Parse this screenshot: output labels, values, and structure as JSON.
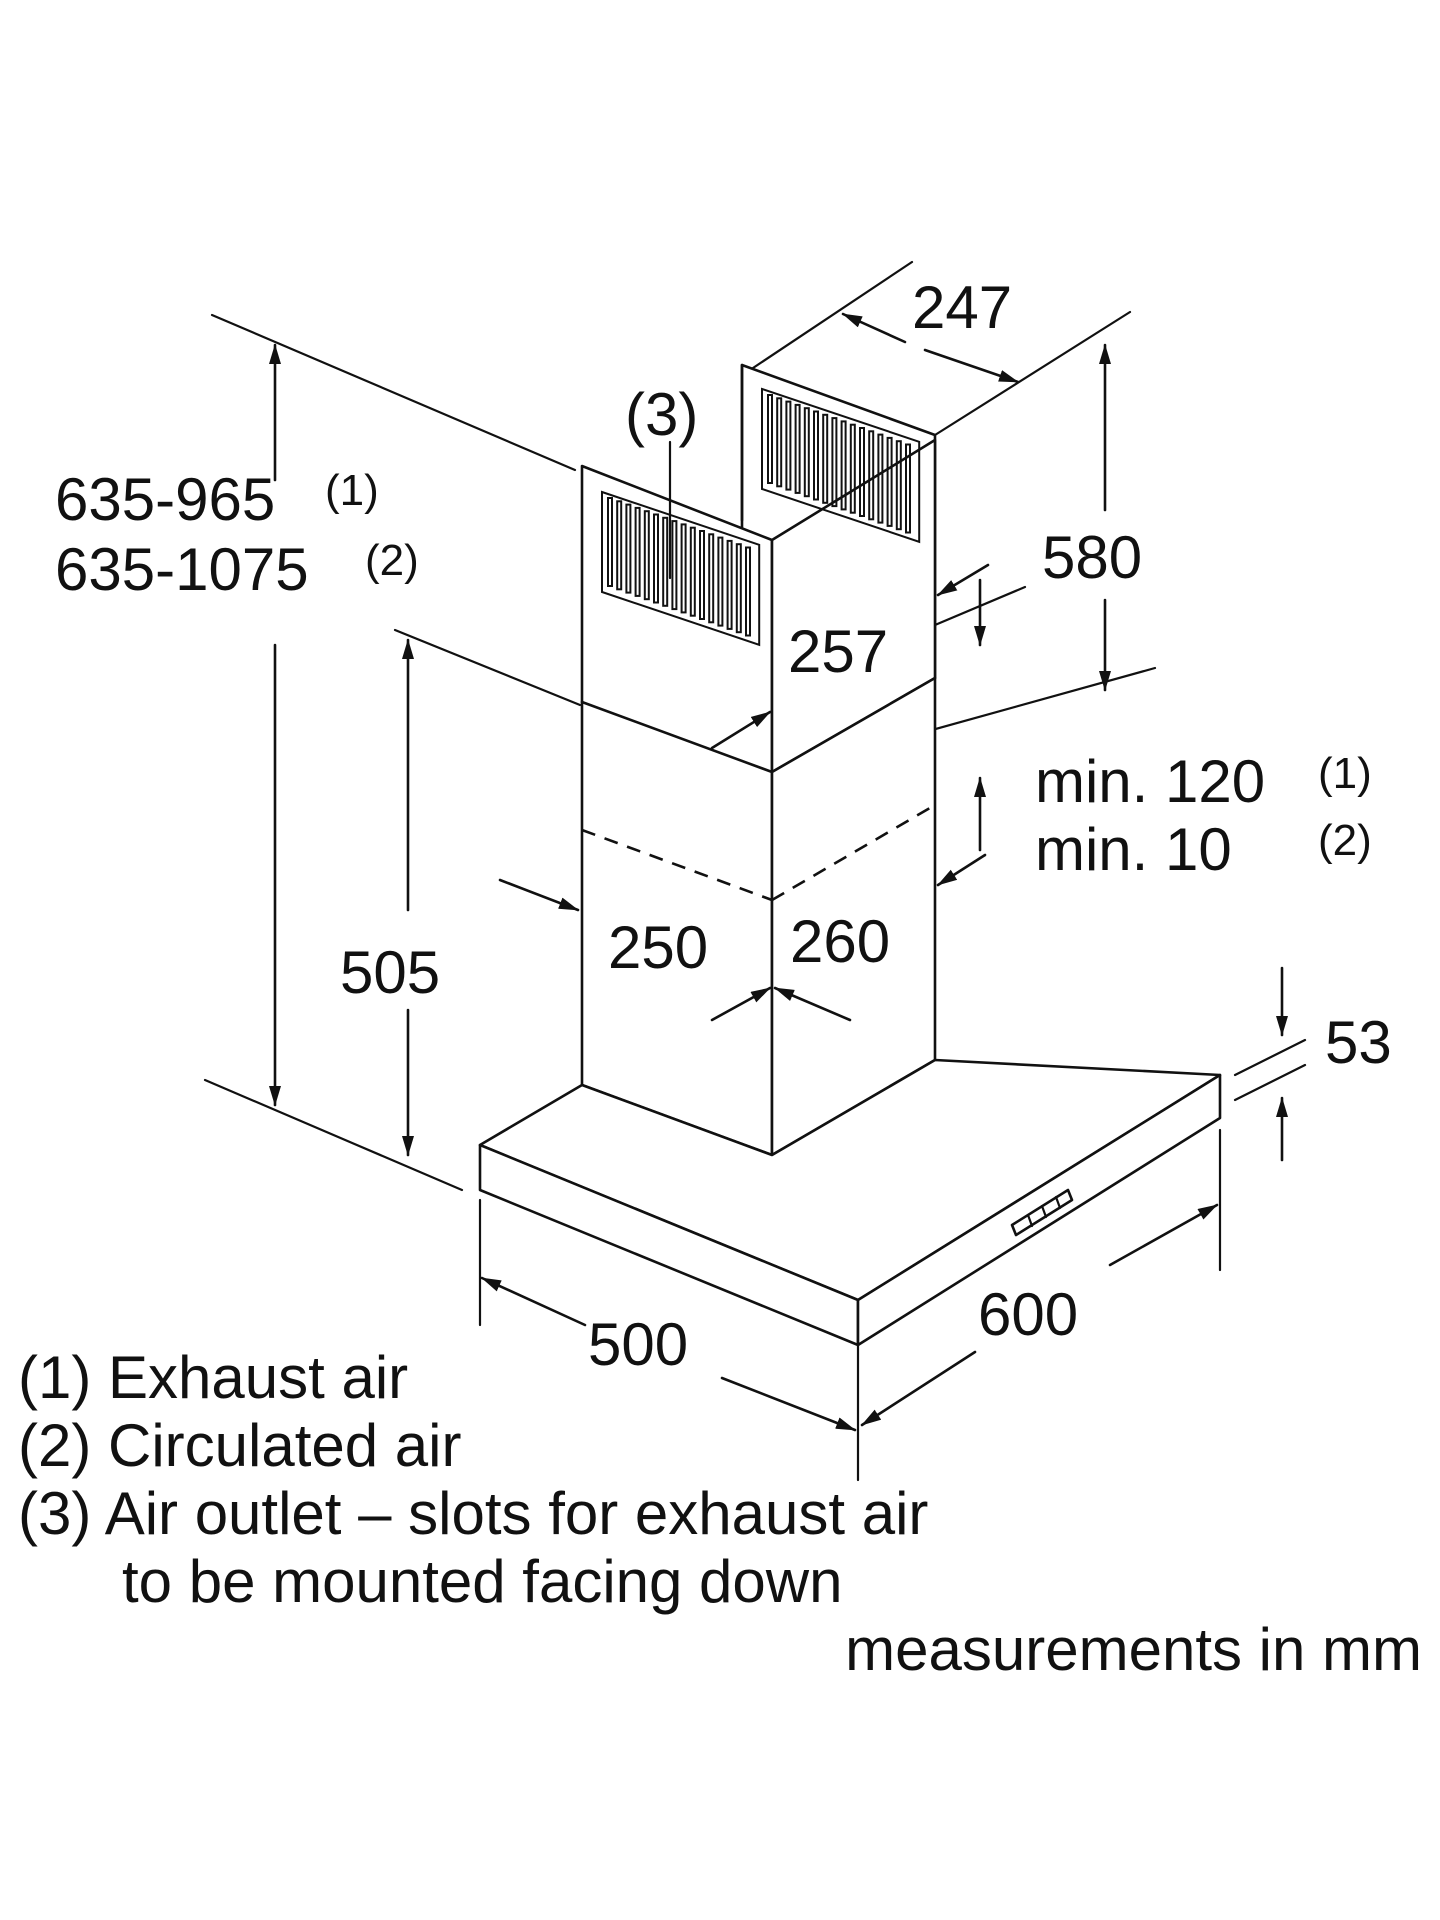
{
  "diagram": {
    "dimensions": {
      "height_total_1": "635-965",
      "height_total_1_note": "(1)",
      "height_total_2": "635-1075",
      "height_total_2_note": "(2)",
      "chimney_upper_height": "580",
      "chimney_lower_height": "505",
      "chimney_depth_top": "247",
      "chimney_inner_width": "257",
      "chimney_width": "250",
      "chimney_depth": "260",
      "overlap_min_1": "min. 120",
      "overlap_min_1_note": "(1)",
      "overlap_min_2": "min. 10",
      "overlap_min_2_note": "(2)",
      "canopy_height": "53",
      "canopy_depth": "500",
      "canopy_width": "600"
    },
    "callouts": {
      "air_outlet": "(3)"
    }
  },
  "legend": {
    "items": [
      "(1) Exhaust air",
      "(2) Circulated air",
      "(3) Air outlet – slots for exhaust air",
      "to be mounted facing down"
    ],
    "units_note": "measurements in mm"
  }
}
